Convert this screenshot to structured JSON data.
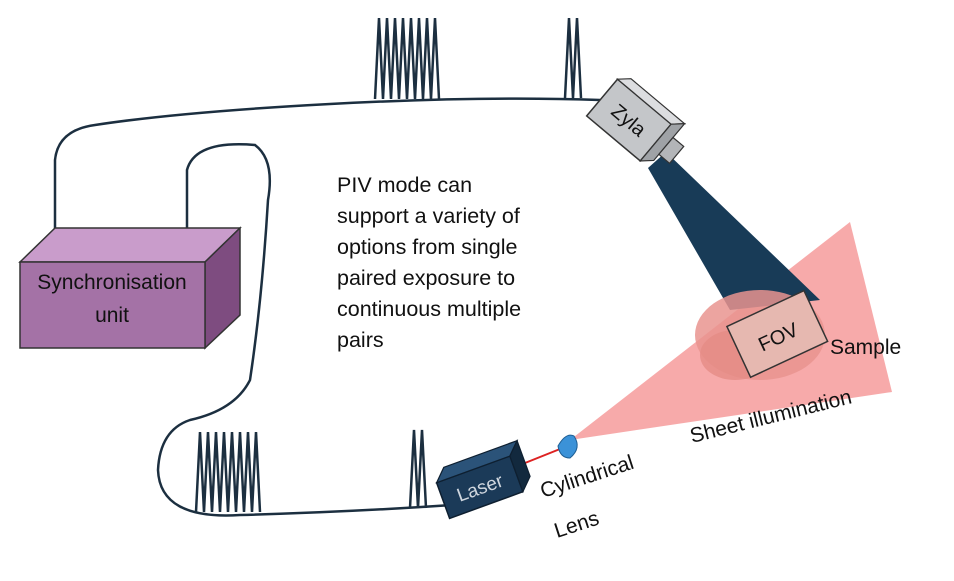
{
  "title": "",
  "description_lines": [
    "PIV mode can",
    "support a variety of",
    "options from single",
    "paired exposure to",
    "continuous multiple",
    "pairs"
  ],
  "components": {
    "sync_unit": [
      "Synchronisation",
      "unit"
    ],
    "camera": "Zyla",
    "fov": "FOV",
    "sample": "Sample",
    "sheet": "Sheet illumination",
    "laser": "Laser",
    "lens": [
      "Cylindrical",
      "Lens"
    ]
  },
  "colors": {
    "sync_front": "#a472a6",
    "sync_top": "#c99ccb",
    "sync_side": "#7e4c80",
    "wire": "#1c2f40",
    "beam": "#183b57",
    "sheet": "#f6a1a1",
    "fov": "#e6b8b0",
    "laser": "#1b3a58",
    "lens": "#3b92d8",
    "camera": "#c4c6c9"
  }
}
